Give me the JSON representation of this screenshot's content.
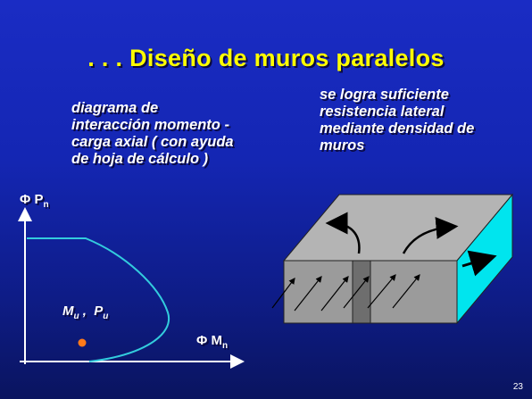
{
  "slide": {
    "title": ". . . Diseño  de  muros  paralelos",
    "left_text": {
      "lines": [
        "diagrama  de",
        "interacción  momento -",
        "carga axial  ( con  ayuda",
        "de  hoja  de  cálculo )"
      ]
    },
    "right_text": {
      "lines": [
        "se  logra  suficiente",
        "resistencia  lateral",
        "mediante  densidad  de",
        "muros"
      ]
    },
    "diagram": {
      "y_axis_symbol": "Φ",
      "y_axis_main": "P",
      "y_axis_sub": "n",
      "x_axis_symbol": "Φ",
      "x_axis_main": "M",
      "x_axis_sub": "n",
      "point_label_m": "M",
      "point_label_m_sub": "u",
      "point_label_sep": " ,  ",
      "point_label_p": "P",
      "point_label_p_sub": "u"
    },
    "page_number": "23",
    "colors": {
      "title": "#ffff00",
      "curve": "#33ccdd",
      "point": "#ff7a1a",
      "box_front": "#9b9b9b",
      "box_top": "#b4b4b4",
      "box_side": "#00e5ee",
      "wall": "#6e6e6e"
    }
  }
}
